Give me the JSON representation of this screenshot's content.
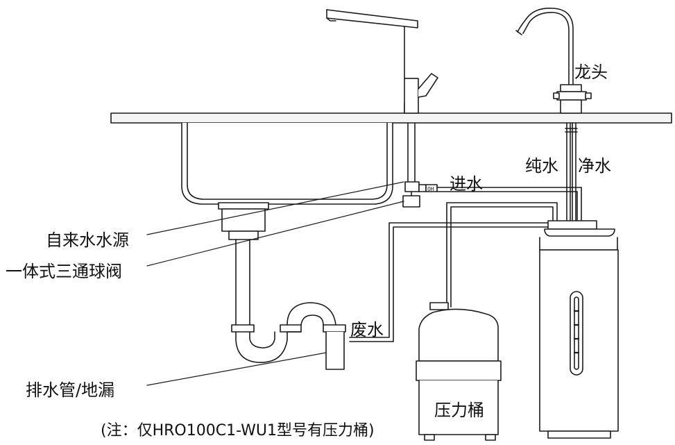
{
  "labels": {
    "faucet": "龙头",
    "pure_water": "纯水",
    "clean_water": "净水",
    "inlet": "进水",
    "tap_source": "自来水水源",
    "ball_valve": "一体式三通球阀",
    "waste_water": "废水",
    "drain": "排水管/地漏",
    "pressure_tank": "压力桶",
    "note": "(注：仅HRO100C1-WU1型号有压力桶)"
  },
  "colors": {
    "line": "#1a1a1a",
    "fill": "#ffffff",
    "counter_fill": "#f4f4f4"
  }
}
